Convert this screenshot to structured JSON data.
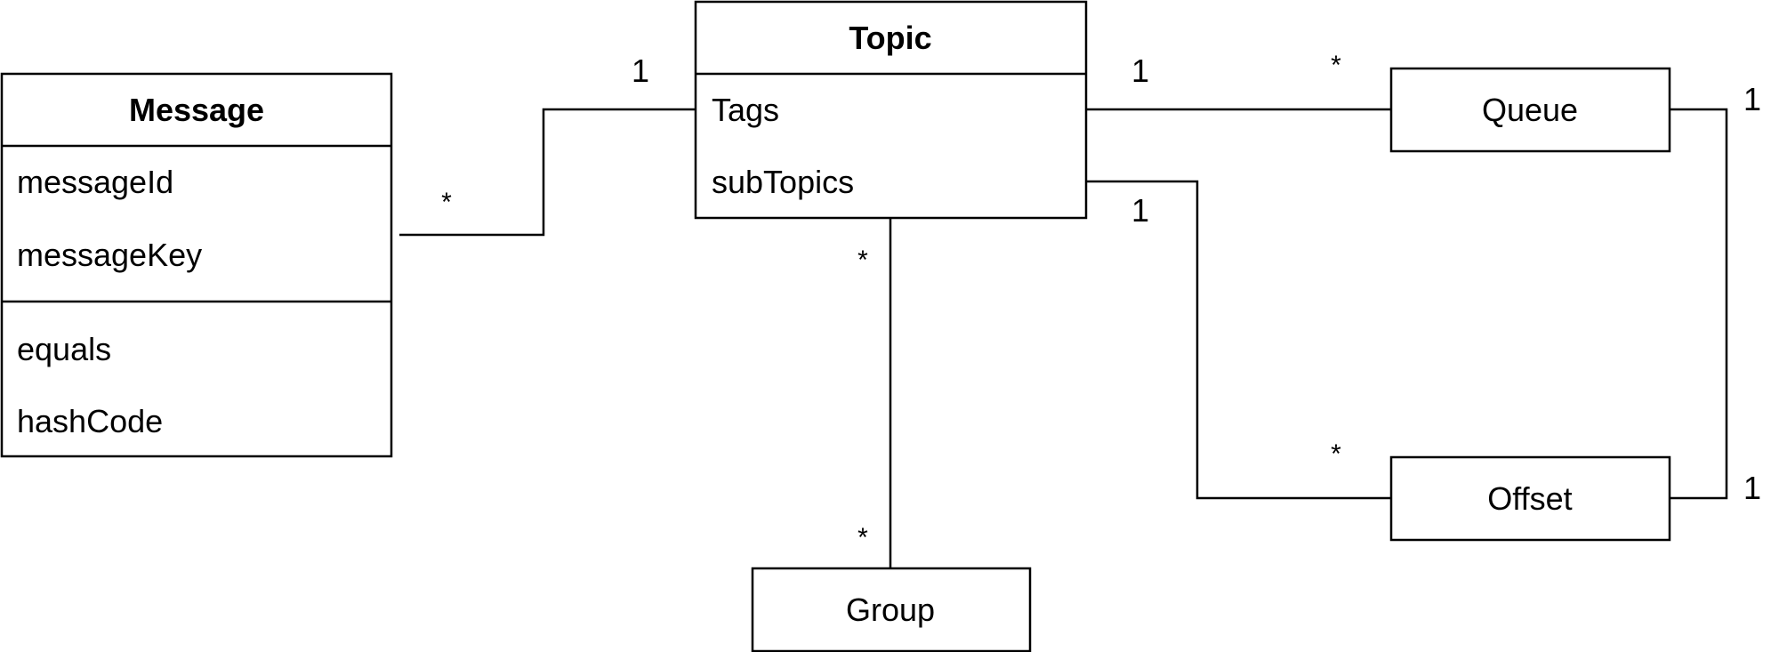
{
  "classes": {
    "message": {
      "name": "Message",
      "attributes": [
        "messageId",
        "messageKey"
      ],
      "methods": [
        "equals",
        "hashCode"
      ]
    },
    "topic": {
      "name": "Topic",
      "attributes": [
        "Tags",
        "subTopics"
      ]
    },
    "queue": {
      "name": "Queue"
    },
    "offset": {
      "name": "Offset"
    },
    "group": {
      "name": "Group"
    }
  },
  "multiplicities": {
    "message_topic_at_message": "*",
    "message_topic_at_topic": "1",
    "topic_queue_at_topic": "1",
    "topic_queue_at_queue": "*",
    "topic_offset_at_topic": "1",
    "topic_offset_at_offset": "*",
    "topic_group_at_topic": "*",
    "topic_group_at_group": "*",
    "queue_offset_at_queue": "1",
    "queue_offset_at_offset": "1"
  },
  "colors": {
    "stroke": "#000000",
    "fill": "#ffffff"
  }
}
